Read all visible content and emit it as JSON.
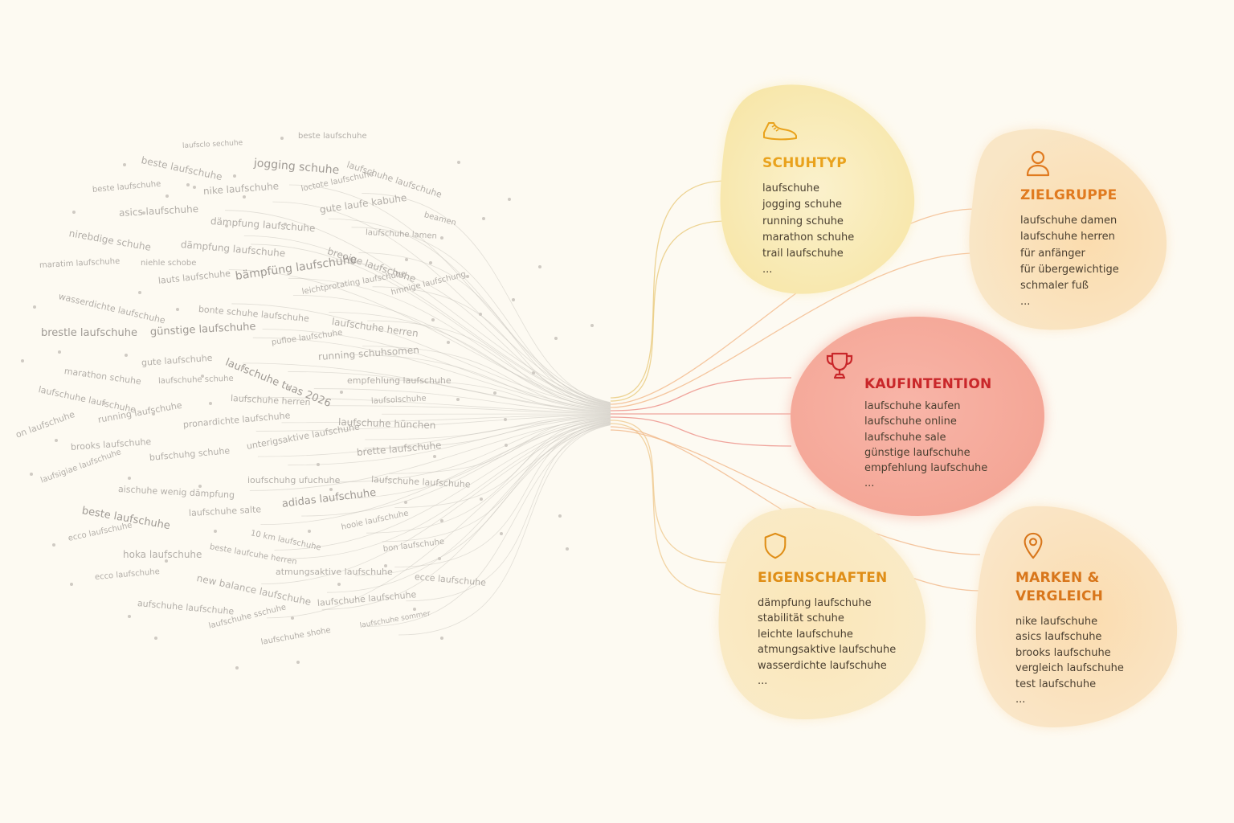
{
  "palette": {
    "background": "#fdfaf2",
    "schuhtyp": "#e9a21c",
    "zielgruppe": "#e07a1f",
    "kaufintention": "#c9272a",
    "eigenschaften": "#df8e17",
    "marken": "#d8761b",
    "cloud_text": "#9a9590"
  },
  "keyword_cloud": [
    "laufsclo sechuhe",
    "beste laufschuhe",
    "beste laufschuhe",
    "jogging schuhe",
    "laufschuhe laufschuhe",
    "beste laufschuhe",
    "nike laufschuhe",
    "loctote laufschuhe",
    "asics laufschuhe",
    "dämpfung laufschuhe",
    "gute laufe kabuhe",
    "beamen",
    "nirebdige schuhe",
    "dämpfung laufschuhe",
    "laufschuhe lamen",
    "breoige laufschuhe",
    "maratim laufschuhe",
    "niehle schobe",
    "lauts laufschuhe",
    "bämpfüng laufschuhe",
    "wasserdichte laufschuhe",
    "bonte schuhe laufschuhe",
    "leichtprotating laufschuhe",
    "hmnige laufschung",
    "brestle laufschuhe",
    "günstige laufschuhe",
    "laufschuhe herren",
    "pufloe laufschuhe",
    "gute laufschuhe",
    "running schuhsomen",
    "laufschuhe tuas 2026",
    "marathon schuhe",
    "laufschuhe schuhe",
    "empfehlung laufschuhe",
    "laufschuhe laufschuhe",
    "laufschuhe herren",
    "laufsolschuhe",
    "on laufschuhe",
    "running laufschuhe",
    "pronardichte laufschuhe",
    "laufschuhe hünchen",
    "brooks laufschuhe",
    "unterigsaktive laufschuhe",
    "bufschuhg schuhe",
    "brette laufschuhe",
    "laufsigiae laufschuhe",
    "ioufschuhg ufuchuhe",
    "laufschuhe laufschuhe",
    "aischuhe wenig dämpfung",
    "beste laufschuhe",
    "laufschuhe salte",
    "adidas laufschuhe",
    "10 km laufschuhe",
    "ecco laufschuhe",
    "hooie laufschuhe",
    "hoka laufschuhe",
    "beste laufcuhe herren",
    "bon laufschuhe",
    "ecco laufschuhe",
    "new balance laufschuhe",
    "atmungsaktive laufschuhe",
    "ecce laufschuhe",
    "aufschuhe laufschuhe",
    "laufschuhe laufschuhe",
    "laufschuhe sschuhe",
    "laufschuhe sommer",
    "laufschuhe shohe"
  ],
  "clusters": {
    "schuhtyp": {
      "icon": "running-shoe-icon",
      "title": "SCHUHTYP",
      "items": [
        "laufschuhe",
        "jogging schuhe",
        "running schuhe",
        "marathon schuhe",
        "trail laufschuhe",
        "..."
      ]
    },
    "zielgruppe": {
      "icon": "person-icon",
      "title": "ZIELGRUPPE",
      "items": [
        "laufschuhe damen",
        "laufschuhe herren",
        "für anfänger",
        "für übergewichtige",
        "schmaler fuß",
        "..."
      ]
    },
    "kaufintention": {
      "icon": "trophy-icon",
      "title": "KAUFINTENTION",
      "items": [
        "laufschuhe kaufen",
        "laufschuhe online",
        "laufschuhe sale",
        "günstige laufschuhe",
        "empfehlung laufschuhe",
        "..."
      ]
    },
    "eigenschaften": {
      "icon": "shield-icon",
      "title": "EIGENSCHAFTEN",
      "items": [
        "dämpfung laufschuhe",
        "stabilität schuhe",
        "leichte laufschuhe",
        "atmungsaktive laufschuhe",
        "wasserdichte laufschuhe",
        "..."
      ]
    },
    "marken": {
      "icon": "location-pin-icon",
      "title": "MARKEN &\nVERGLEICH",
      "items": [
        "nike laufschuhe",
        "asics laufschuhe",
        "brooks laufschuhe",
        "vergleich laufschuhe",
        "test laufschuhe",
        "..."
      ]
    }
  }
}
